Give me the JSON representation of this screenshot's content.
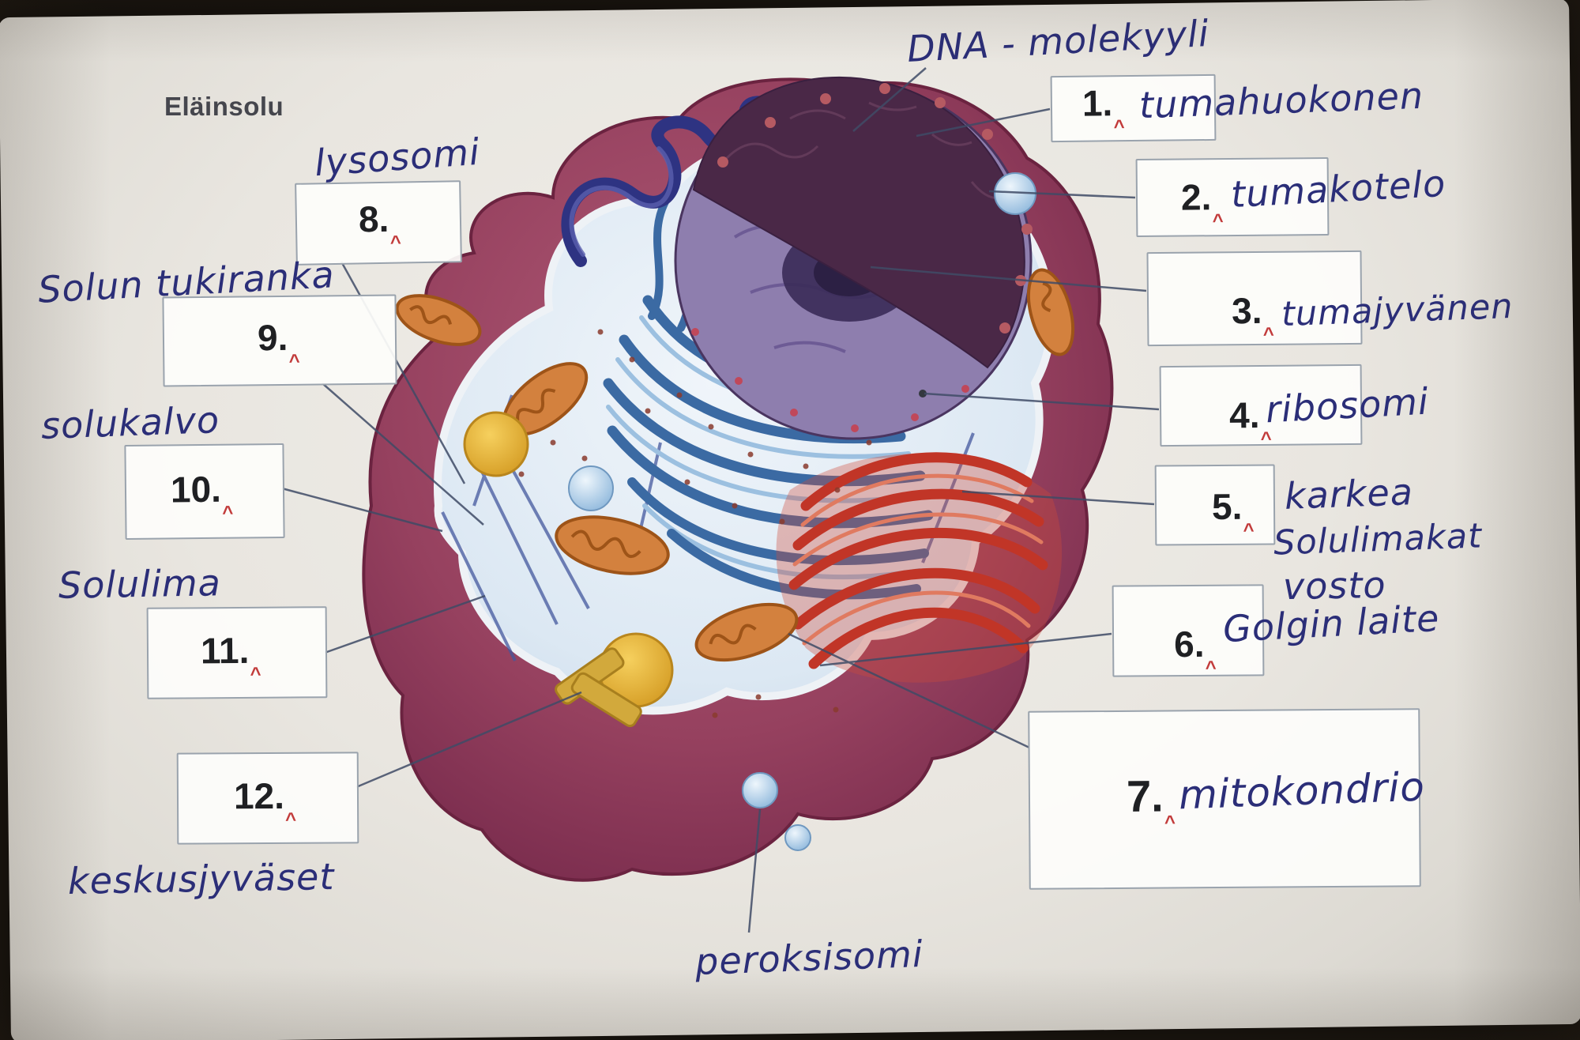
{
  "title": "Eläinsolu",
  "marks": {
    "caret": "^"
  },
  "annotations": {
    "dna": "DNA - molekyyli",
    "peroxisome": "peroksisomi"
  },
  "boxes": {
    "b1": {
      "num": "1.",
      "text": "tumahuokonen"
    },
    "b2": {
      "num": "2.",
      "text": "tumakotelo"
    },
    "b3": {
      "num": "3.",
      "text": "tumajyvänen"
    },
    "b4": {
      "num": "4.",
      "text": "ribosomi"
    },
    "b5": {
      "num": "5.",
      "text_line1": "karkea",
      "text_line2": "Solulimakat",
      "text_line3": "vosto"
    },
    "b6": {
      "num": "6.",
      "text": "Golgin laite"
    },
    "b7": {
      "num": "7.",
      "text": "mitokondrio"
    },
    "b8": {
      "num": "8.",
      "label": "lysosomi"
    },
    "b9": {
      "num": "9.",
      "label": "Solun tukiranka"
    },
    "b10": {
      "num": "10.",
      "label": "solukalvo"
    },
    "b11": {
      "num": "11.",
      "label": "Solulima"
    },
    "b12": {
      "num": "12.",
      "label": "keskusjyväset"
    }
  },
  "colors": {
    "ink": "#2b2e78",
    "membrane": "#8c3a57",
    "membrane_edge": "#6b2340",
    "cytoplasm": "#dde9f3",
    "nucleus_face": "#8e7eae",
    "nucleus_cap": "#4a2847",
    "er_blue": "#3b6aa3",
    "golgi": "#c13527",
    "mitochondria": "#d3813e",
    "vesicle_yellow": "#e8b83a",
    "caret_red": "#c23b3b",
    "box_border": "#9aa3ad",
    "connector": "#3f4b66"
  }
}
